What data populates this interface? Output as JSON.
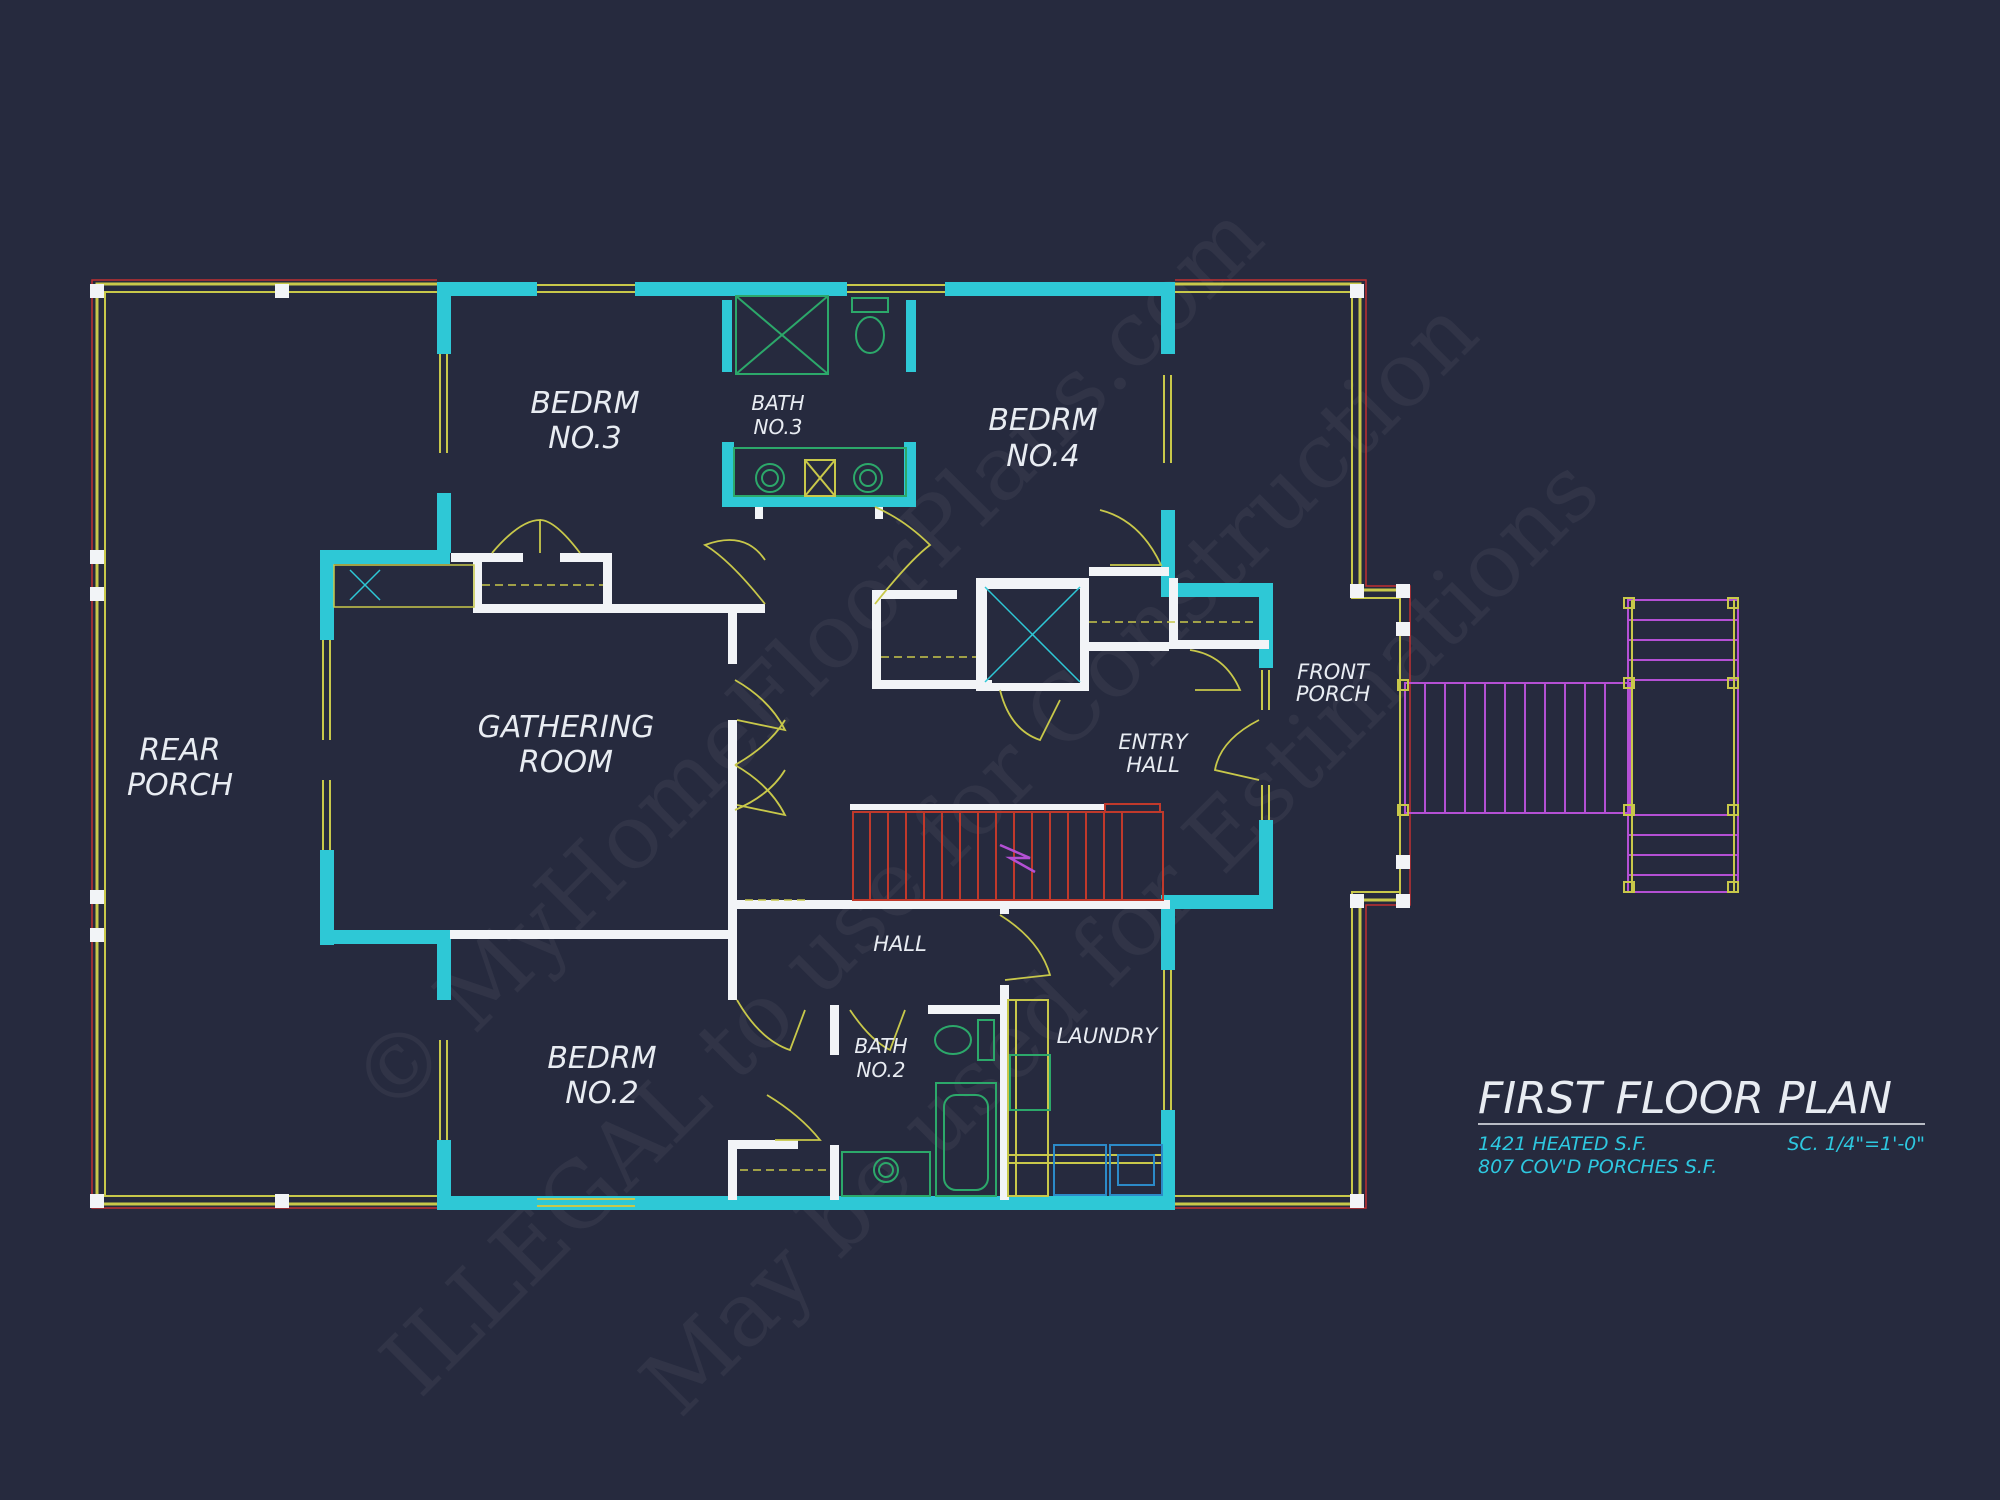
{
  "colors": {
    "background": "#262a3e",
    "exterior_wall": "#2ec8d6",
    "interior_wall": "#f2f4f7",
    "porch_rail": "#c8c84a",
    "stair": "#c0392b",
    "front_steps": "#b450d4"
  },
  "rooms": {
    "rear_porch": [
      "REAR",
      "PORCH"
    ],
    "bedrm3": [
      "BEDRM",
      "NO.3"
    ],
    "bath3": [
      "BATH",
      "NO.3"
    ],
    "bedrm4": [
      "BEDRM",
      "NO.4"
    ],
    "gathering": [
      "GATHERING",
      "ROOM"
    ],
    "entry_hall": [
      "ENTRY",
      "HALL"
    ],
    "front_porch": [
      "FRONT",
      "PORCH"
    ],
    "hall": "HALL",
    "bedrm2": [
      "BEDRM",
      "NO.2"
    ],
    "bath2": [
      "BATH",
      "NO.2"
    ],
    "laundry": "LAUNDRY"
  },
  "title_block": {
    "title": "FIRST FLOOR PLAN",
    "heated": "1421 HEATED S.F.",
    "porches": "807 COV'D PORCHES S.F.",
    "scale": "SC. 1/4\"=1'-0\""
  },
  "watermark": [
    "© MyHomeFloorPlans.com",
    "ILLEGAL to use for Construction",
    "May be used for Estimations"
  ],
  "icons": [
    "toilet-icon",
    "sink-icon",
    "shower-icon",
    "bathtub-icon",
    "washer-icon",
    "dryer-icon",
    "door-swing-icon",
    "stair-arrow-icon"
  ]
}
